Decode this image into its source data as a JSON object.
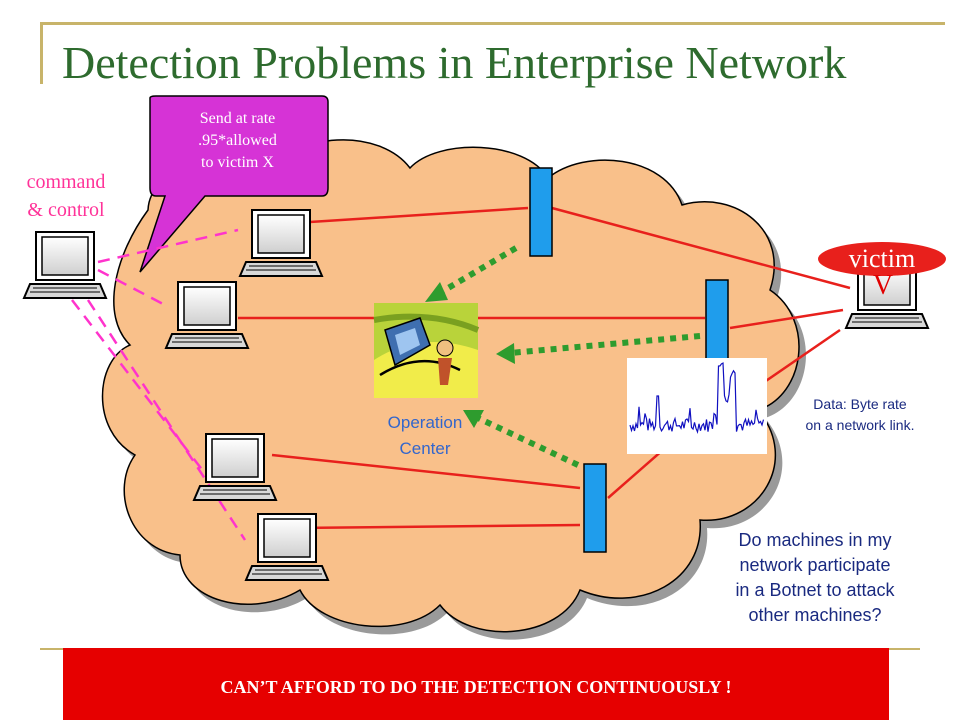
{
  "slide": {
    "title": "Detection Problems in Enterprise Network"
  },
  "callout": {
    "lines": [
      "Send at rate",
      ".95*allowed",
      "to victim X"
    ]
  },
  "command_control": {
    "lines": [
      "command",
      "& control"
    ]
  },
  "victim": {
    "label": "victim",
    "symbol": "V"
  },
  "operation_center": {
    "lines": [
      "Operation",
      "Center"
    ]
  },
  "data_note": {
    "lines": [
      "Data: Byte rate",
      "on a network link."
    ]
  },
  "question": {
    "lines": [
      "Do machines in my",
      "network participate",
      "in a Botnet to attack",
      "other machines?"
    ]
  },
  "banner": {
    "text": "CAN’T AFFORD TO DO THE DETECTION CONTINUOUSLY !"
  },
  "colors": {
    "cloud": "#f9c08a",
    "cloud_shadow": "#9a9a9a",
    "attack_links": "#e8201c",
    "control_links": "#ff33cc",
    "reporting_links": "#2e9c2e",
    "routers": "#1f9dec",
    "callout": "#d633d6",
    "victim_badge": "#e8201c",
    "banner": "#e60000"
  },
  "icons": [
    "laptop-icon",
    "router-icon",
    "operation-center-clipart",
    "traffic-plot"
  ]
}
